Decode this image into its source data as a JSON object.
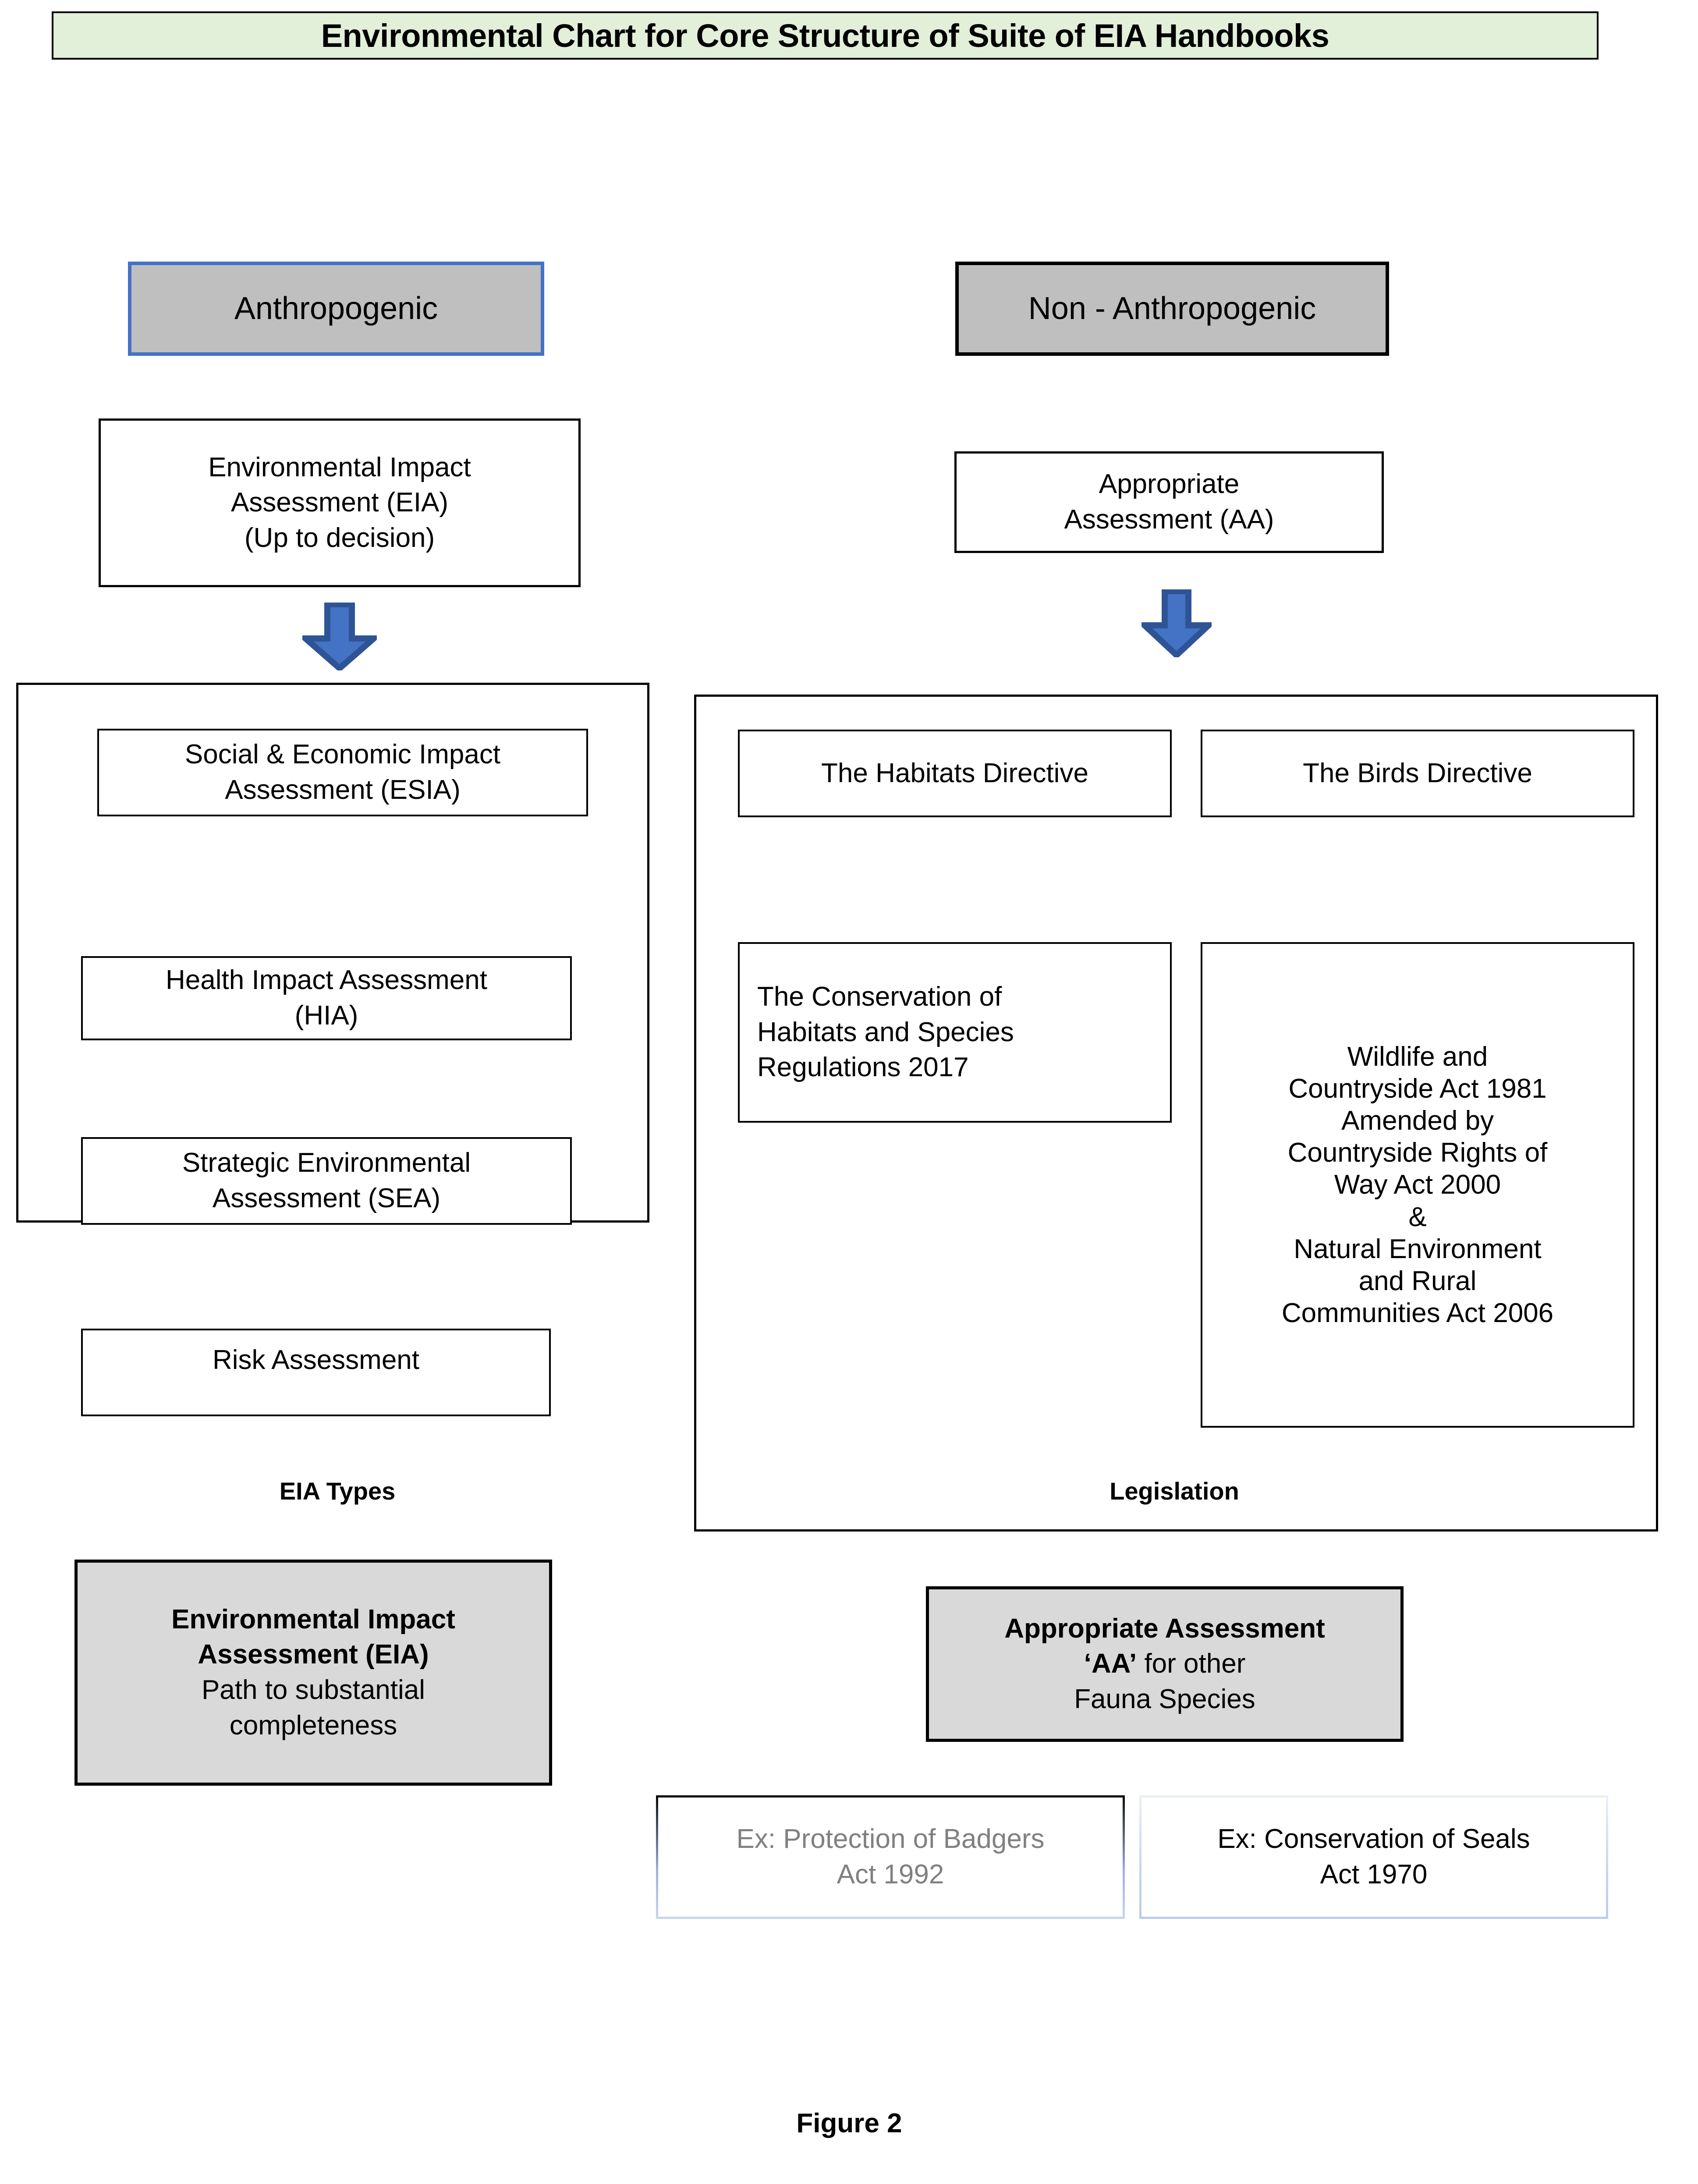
{
  "title": {
    "text": "Environmental Chart for Core Structure of Suite of EIA Handbooks",
    "background_color": "#E2EFD9"
  },
  "colors": {
    "accent_blue": "#4472C4",
    "arrow_fill": "#4472C4",
    "arrow_border": "#2E5496",
    "box_gray": "#BFBFBF",
    "box_light_gray": "#D9D9D9",
    "title_green": "#E2EFD9",
    "muted_text_gray": "#808080"
  },
  "columns": {
    "left": {
      "header": "Anthropogenic",
      "top_node": {
        "lines": [
          "Environmental Impact",
          "Assessment (EIA)",
          "(Up to decision)"
        ]
      },
      "arrow": "down-arrow",
      "group": {
        "label": "EIA Types",
        "items": [
          {
            "lines": [
              "Social & Economic Impact",
              "Assessment (ESIA)"
            ]
          },
          {
            "lines": [
              "Health Impact Assessment",
              "(HIA)"
            ]
          },
          {
            "lines": [
              "Strategic Environmental",
              "Assessment (SEA)"
            ]
          },
          {
            "lines": [
              "Risk Assessment"
            ]
          }
        ]
      },
      "outcome": {
        "bold_lines": [
          "Environmental Impact",
          "Assessment (EIA)"
        ],
        "plain_lines": [
          "Path to substantial",
          "completeness"
        ]
      }
    },
    "right": {
      "header": "Non - Anthropogenic",
      "top_node": {
        "lines": [
          "Appropriate",
          "Assessment (AA)"
        ]
      },
      "arrow": "down-arrow",
      "group": {
        "label": "Legislation",
        "items": [
          {
            "lines": [
              "The Habitats Directive"
            ]
          },
          {
            "lines": [
              "The Birds Directive"
            ]
          },
          {
            "lines": [
              "The Conservation of",
              "Habitats and Species",
              "Regulations 2017"
            ]
          },
          {
            "lines": [
              "Wildlife and",
              "Countryside Act 1981",
              "Amended by",
              "Countryside Rights of",
              "Way Act 2000",
              "&",
              "Natural Environment",
              "and Rural",
              "Communities Act 2006"
            ]
          }
        ]
      },
      "outcome": {
        "bold_lines": [
          "Appropriate Assessment"
        ],
        "mixed_line": {
          "bold": "‘AA’",
          "plain": " for other"
        },
        "plain_lines": [
          "Fauna Species"
        ]
      },
      "examples": [
        {
          "lines": [
            "Ex: Protection of Badgers",
            "Act 1992"
          ],
          "text_color": "#808080"
        },
        {
          "lines": [
            "Ex: Conservation of Seals",
            "Act 1970"
          ],
          "text_color": "#000000"
        }
      ]
    }
  },
  "figure_caption": "Figure 2"
}
